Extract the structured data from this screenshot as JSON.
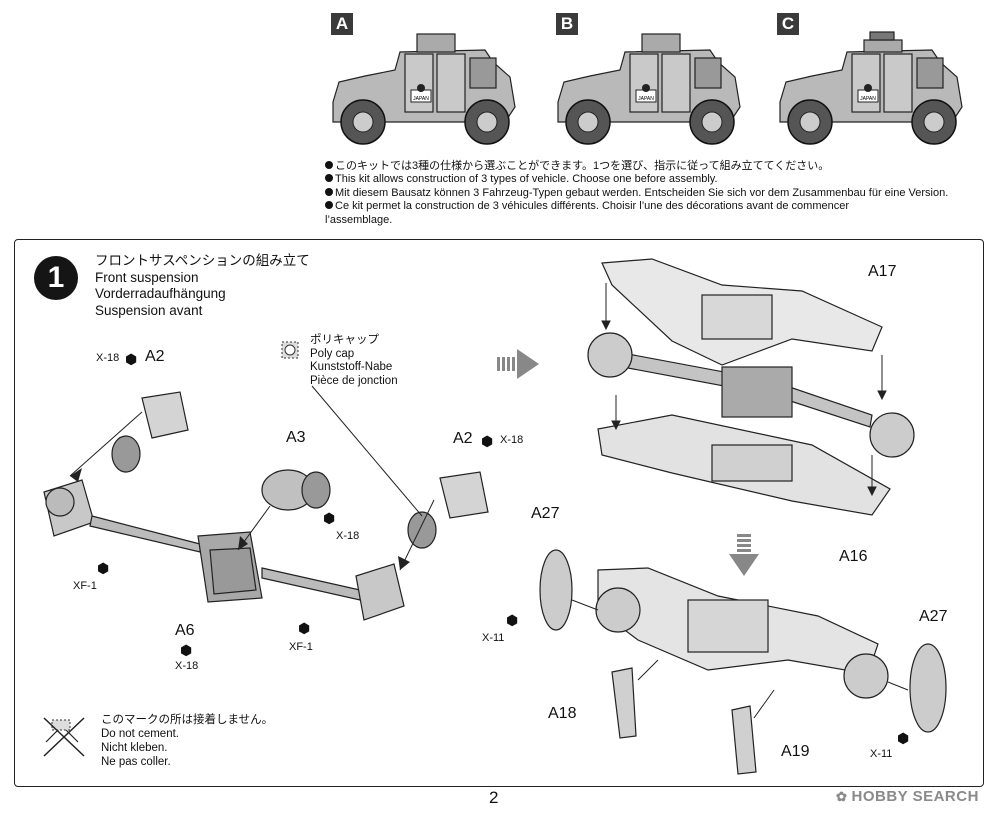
{
  "variants": [
    {
      "letter": "A"
    },
    {
      "letter": "B"
    },
    {
      "letter": "C"
    }
  ],
  "vehicle_door_text": "JAPAN",
  "notes": [
    "このキットでは3種の仕様から選ぶことができます。1つを選び、指示に従って組み立ててください。",
    "This kit allows construction of 3 types of vehicle. Choose one before assembly.",
    "Mit diesem Bausatz können 3 Fahrzeug-Typen gebaut werden. Entscheiden Sie sich vor dem Zusammenbau für eine Version.",
    "Ce kit permet la construction de 3 véhicules différents. Choisir l’une des décorations avant de commencer",
    "l’assemblage."
  ],
  "step": {
    "number": "1",
    "title_jp": "フロントサスペンションの組み立て",
    "title_en": "Front suspension",
    "title_de": "Vorderradaufhängung",
    "title_fr": "Suspension avant"
  },
  "poly_cap": {
    "jp": "ポリキャップ",
    "en": "Poly cap",
    "de": "Kunststoff-Nabe",
    "fr": "Pièce de jonction"
  },
  "no_cement": {
    "jp": "このマークの所は接着しません。",
    "en": "Do not cement.",
    "de": "Nicht kleben.",
    "fr": "Ne pas coller."
  },
  "parts": {
    "a2_left": "A2",
    "a2_right": "A2",
    "a3": "A3",
    "a6": "A6",
    "a17": "A17",
    "a16": "A16",
    "a27_left": "A27",
    "a27_right": "A27",
    "a18": "A18",
    "a19": "A19"
  },
  "paints": {
    "x18_a2_left": "X-18",
    "x18_a2_right": "X-18",
    "x18_a3": "X-18",
    "x18_a6": "X-18",
    "xf1_left": "XF-1",
    "xf1_right": "XF-1",
    "x11_left": "X-11",
    "x11_right": "X-11"
  },
  "page_number": "2",
  "watermark": "HOBBY SEARCH"
}
